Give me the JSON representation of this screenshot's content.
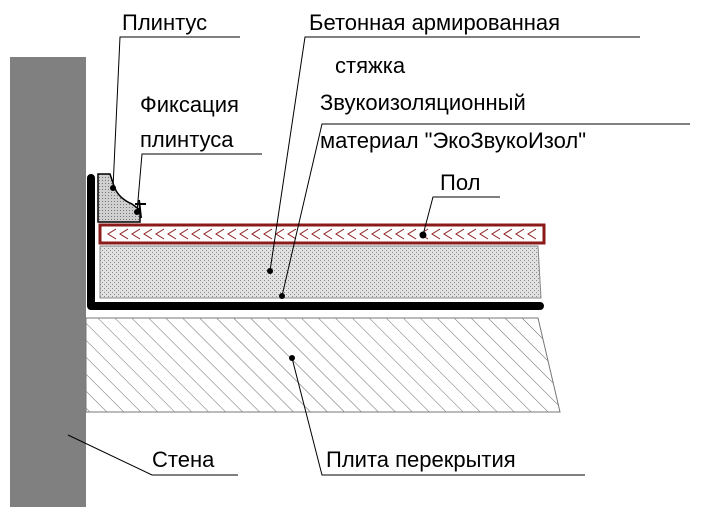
{
  "labels": {
    "plinth": "Плинтус",
    "screed_line1": "Бетонная армированная",
    "screed_line2": "стяжка",
    "fixation_line1": "Фиксация",
    "fixation_line2": "плинтуса",
    "soundproof_line1": "Звукоизоляционный",
    "soundproof_line2": "материал \"ЭкоЗвукоИзол\"",
    "floor": "Пол",
    "wall": "Стена",
    "slab": "Плита перекрытия"
  },
  "colors": {
    "wall": "#808080",
    "floor_border": "#8b1a1a",
    "insulation_black": "#000000",
    "hatch": "#555555",
    "screed_fill": "#e6e6e6",
    "plinth_fill": "#c8c8c8"
  }
}
